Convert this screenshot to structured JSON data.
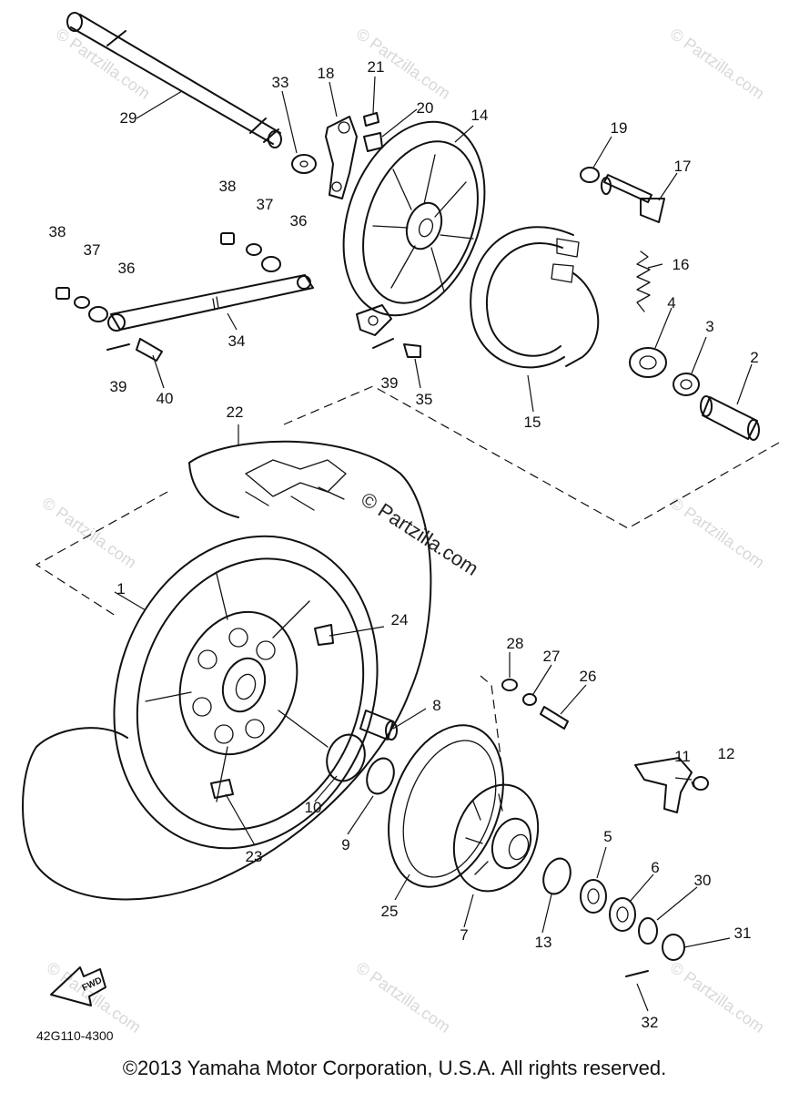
{
  "diagram": {
    "part_numbers": [
      "1",
      "2",
      "3",
      "4",
      "5",
      "6",
      "7",
      "8",
      "9",
      "10",
      "11",
      "12",
      "13",
      "14",
      "15",
      "16",
      "17",
      "18",
      "19",
      "20",
      "21",
      "22",
      "23",
      "24",
      "25",
      "26",
      "27",
      "28",
      "29",
      "30",
      "31",
      "32",
      "33",
      "34",
      "35",
      "36",
      "37",
      "38",
      "39",
      "40"
    ],
    "duplicate_labels": {
      "36b": "36",
      "37b": "37",
      "38b": "38",
      "39b": "39"
    },
    "diagram_code": "42G110-4300",
    "fwd_marker": "FWD"
  },
  "watermark": {
    "center_text": "© Partzilla.com",
    "tile_text": "© Partzilla.com"
  },
  "footer": {
    "copyright": "©2013  Yamaha Motor Corporation, U.S.A. All rights reserved."
  }
}
